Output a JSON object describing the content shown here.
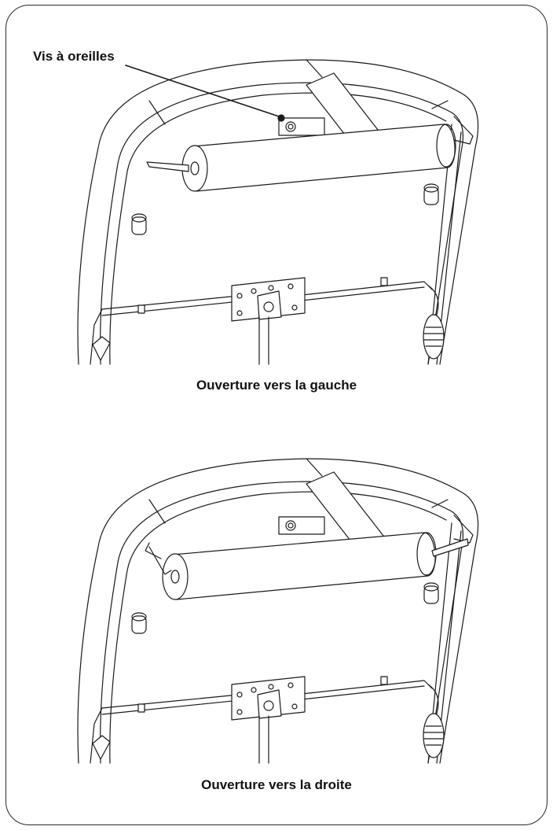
{
  "callout": {
    "label": "Vis à oreilles"
  },
  "figures": [
    {
      "caption": "Ouverture vers la gauche"
    },
    {
      "caption": "Ouverture vers la droite"
    }
  ],
  "colors": {
    "line": "#1a1a1a",
    "fill": "#ffffff",
    "frame": "#2a2a2a"
  }
}
